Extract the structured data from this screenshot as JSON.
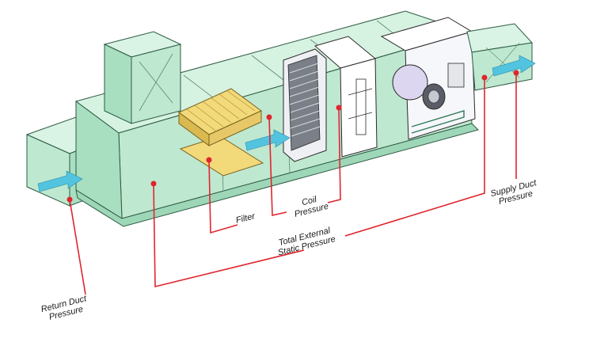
{
  "labels": {
    "return_duct": "Return Duct\nPressure",
    "filter": "Filter",
    "coil_pressure": "Coil\nPressure",
    "total_external": "Total External\nStatic Pressure",
    "supply_duct": "Supply Duct\nPressure"
  },
  "colors": {
    "housing": "#c8ecd8",
    "housing_dark": "#9ed7b8",
    "outline": "#2e5a44",
    "callout": "#e0252e",
    "airflow": "#52c4e0",
    "filter_media": "#f2d97a"
  }
}
